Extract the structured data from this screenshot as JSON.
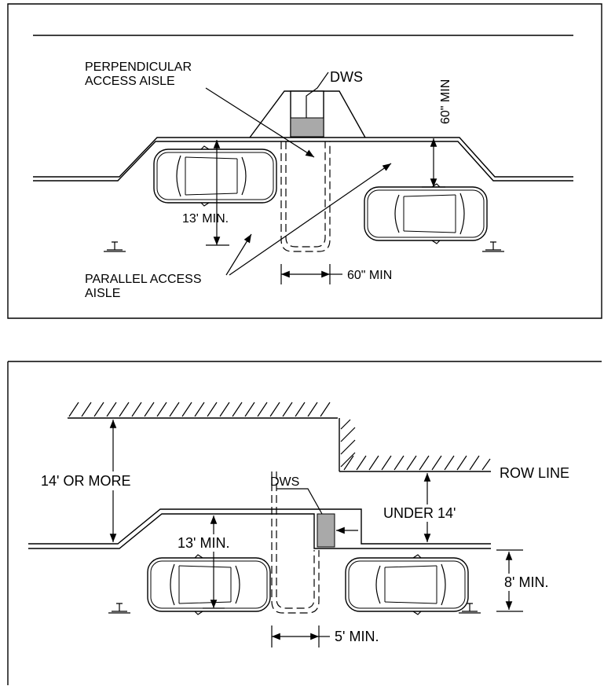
{
  "panel_top": {
    "label_perpendicular": [
      "PERPENDICULAR",
      "ACCESS AISLE"
    ],
    "label_dws": "DWS",
    "label_60_min_vertical": "60\" MIN",
    "label_13_min": "13' MIN.",
    "label_parallel": [
      "PARALLEL ACCESS",
      "AISLE"
    ],
    "label_60_min_horizontal": "60\" MIN"
  },
  "panel_bottom": {
    "label_14_or_more": "14' OR MORE",
    "label_row_line": "ROW LINE",
    "label_dws": "DWS",
    "label_under_14": "UNDER 14'",
    "label_13_min": "13' MIN.",
    "label_8_min": "8' MIN.",
    "label_5_min": "5' MIN."
  },
  "colors": {
    "line": "#000000",
    "dws_fill": "#a9a9a9",
    "background": "#ffffff"
  }
}
